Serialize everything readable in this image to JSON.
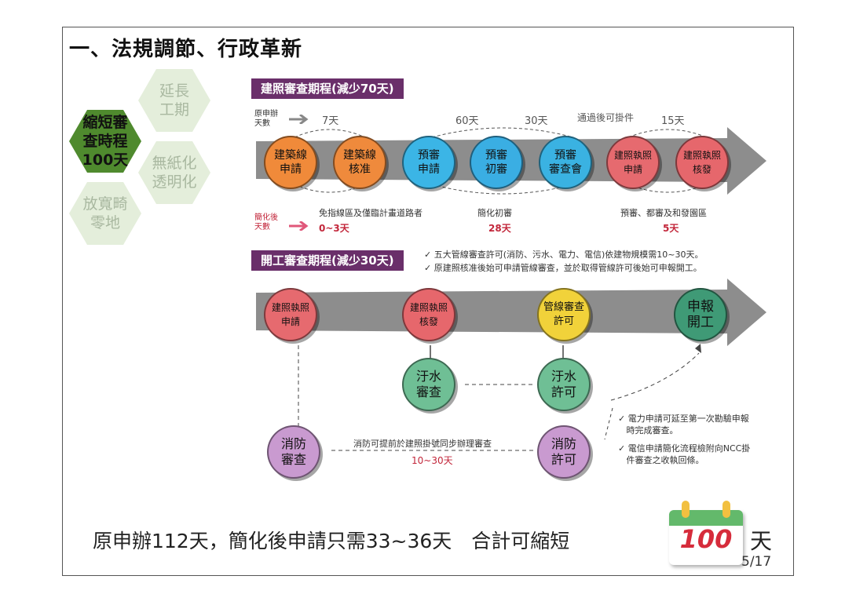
{
  "title": "一、法規調節、行政革新",
  "hexagons": [
    {
      "label": "延長\n工期",
      "active": false
    },
    {
      "label": "縮短審\n查時程\n100天",
      "active": true
    },
    {
      "label": "無紙化\n透明化",
      "active": false
    },
    {
      "label": "放寬畸\n零地",
      "active": false
    }
  ],
  "section1": {
    "banner": "建照審查期程(減少70天)",
    "original_label": "原申辦\n天數",
    "simplified_label": "簡化後\n天數",
    "top_numbers": [
      "7天",
      "60天",
      "30天",
      "通過後可掛件",
      "15天"
    ],
    "steps": [
      {
        "label": "建築線\n申請",
        "color": "#f08a3a"
      },
      {
        "label": "建築線\n核准",
        "color": "#ef8a3c"
      },
      {
        "label": "預審\n申請",
        "color": "#3bb5e6"
      },
      {
        "label": "預審\n初審",
        "color": "#3aaee3"
      },
      {
        "label": "預審\n審查會",
        "color": "#3ab2e2"
      },
      {
        "label": "建照執照\n申請",
        "color": "#e66a6f"
      },
      {
        "label": "建照執照\n核發",
        "color": "#e6676c"
      }
    ],
    "bottom_notes": [
      {
        "text": "免指線區及僅臨計畫道路者",
        "days": "0~3天"
      },
      {
        "text": "簡化初審",
        "days": "28天"
      },
      {
        "text": "預審、都審及和發園區",
        "days": "5天"
      }
    ]
  },
  "section2": {
    "banner": "開工審查期程(減少30天)",
    "notes": [
      "✓ 五大管線審查許可(消防、污水、電力、電信)依建物規模需10~30天。",
      "✓ 原建照核准後始可申請管線審查，並於取得管線許可後始可申報開工。"
    ],
    "steps_main": [
      {
        "label": "建照執照\n申請",
        "color": "#e66a6f"
      },
      {
        "label": "建照執照\n核發",
        "color": "#e6676c"
      },
      {
        "label": "管線審查\n許可",
        "color": "#f1d23a"
      },
      {
        "label": "申報\n開工",
        "color": "#3f9a76"
      }
    ],
    "steps_sub": [
      {
        "label": "汙水\n審查",
        "color": "#6fbf95"
      },
      {
        "label": "汙水\n許可",
        "color": "#6fbf95"
      },
      {
        "label": "消防\n審查",
        "color": "#c99ad0"
      },
      {
        "label": "消防\n許可",
        "color": "#c99ad0"
      }
    ],
    "fire_note": "消防可提前於建照掛號同步辦理審查",
    "fire_days": "10~30天",
    "side_notes": [
      "✓ 電力申請可延至第一次勘驗申報\n   時完成審查。",
      "✓ 電信申請簡化流程檢附向NCC掛\n   件審查之收執回條。"
    ]
  },
  "summary": "原申辦112天，簡化後申請只需33~36天　合計可縮短",
  "calendar_number": "100",
  "days_unit": "天",
  "page_number": "5/17"
}
